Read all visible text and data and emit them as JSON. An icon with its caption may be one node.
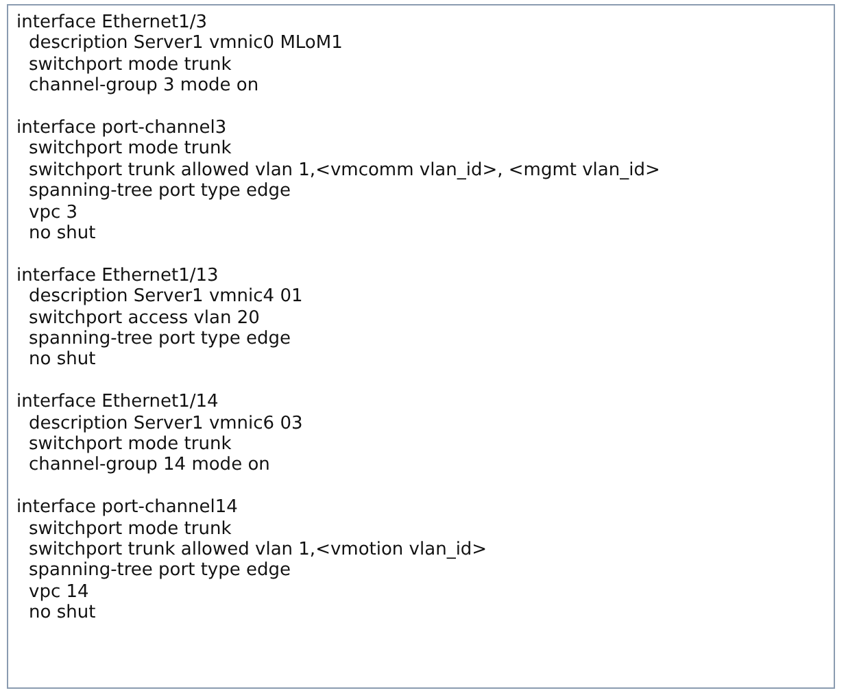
{
  "diagram": {
    "labels": [
      "interface Ethernet1/3",
      "description Server1 vmnic0 MLoM1",
      "switchport mode trunk",
      "channel-group 3 mode on",
      "interface port-channel3",
      "switchport mode trunk",
      "switchport trunk allowed vlan 1,<vmcomm vlan_id>, <mgmt vlan_id>",
      "spanning-tree port type edge",
      "vpc 3",
      "no shut",
      "interface Ethernet1/13",
      "description Server1 vmnic4 01",
      "switchport access vlan 20",
      "spanning-tree port type edge",
      "no shut",
      "interface Ethernet1/14",
      "description Server1 vmnic6 03",
      "switchport mode trunk",
      "channel-group 14 mode on",
      "interface port-channel14",
      "switchport mode trunk",
      "switchport trunk allowed vlan 1,<vmotion vlan_id>",
      "spanning-tree port type edge",
      "vpc 14",
      "no shut"
    ]
  }
}
